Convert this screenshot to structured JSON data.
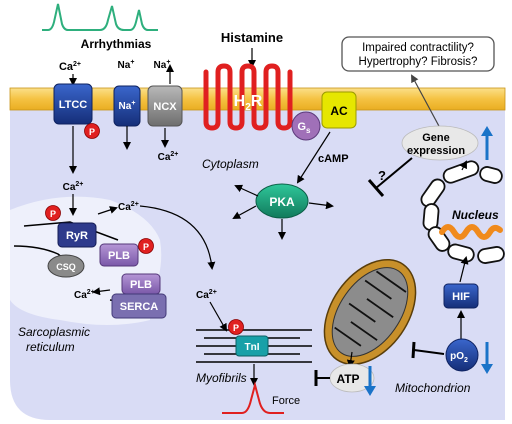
{
  "labels": {
    "arrhythmias": "Arrhythmias",
    "histamine": "Histamine",
    "question_box_line1": "Impaired contractility?",
    "question_box_line2": "Hypertrophy? Fibrosis?",
    "ca": "Ca",
    "ca_sup": "2+",
    "na": "Na",
    "na_sup": "+",
    "ltcc": "LTCC",
    "ncx": "NCX",
    "h2r_main": "H",
    "h2r_sub": "2",
    "h2r_end": "R",
    "gs_main": "G",
    "gs_sub": "s",
    "ac": "AC",
    "camp": "cAMP",
    "cytoplasm": "Cytoplasm",
    "pka": "PKA",
    "gene_expression_1": "Gene",
    "gene_expression_2": "expression",
    "question_mark": "?",
    "nucleus": "Nucleus",
    "ryr": "RyR",
    "plb": "PLB",
    "csq": "CSQ",
    "serca": "SERCA",
    "p": "P",
    "sr_line1": "Sarcoplasmic",
    "sr_line2": "reticulum",
    "tni": "TnI",
    "myofibrils": "Myofibrils",
    "force": "Force",
    "atp": "ATP",
    "hif": "HIF",
    "po2_main": "pO",
    "po2_sub": "2",
    "mitochondrion": "Mitochondrion"
  },
  "colors": {
    "membrane": "#F5C242",
    "cytoplasm_fill": "#D9DCF5",
    "sr_fill": "#EEF0FB",
    "ltcc": "#1F4FB8",
    "nav": "#1E3A8A",
    "ncx": "#8A8A8A",
    "h2r": "#E02020",
    "gs": "#A070B8",
    "ac": "#E6E600",
    "pka": "#1A9E7A",
    "ryr": "#2E3A8C",
    "plb": "#9A78C0",
    "serca": "#7A6FB0",
    "phospho": "#E02020",
    "tni": "#18A0A8",
    "hif": "#1E3A8A",
    "nucleus_wave": "#F08A1C",
    "arrhythmia_trace": "#2EAF7D",
    "force_trace": "#E02020",
    "up_arrow": "#1A73C8",
    "down_arrow": "#1A73C8",
    "mito": "#C8902A"
  }
}
